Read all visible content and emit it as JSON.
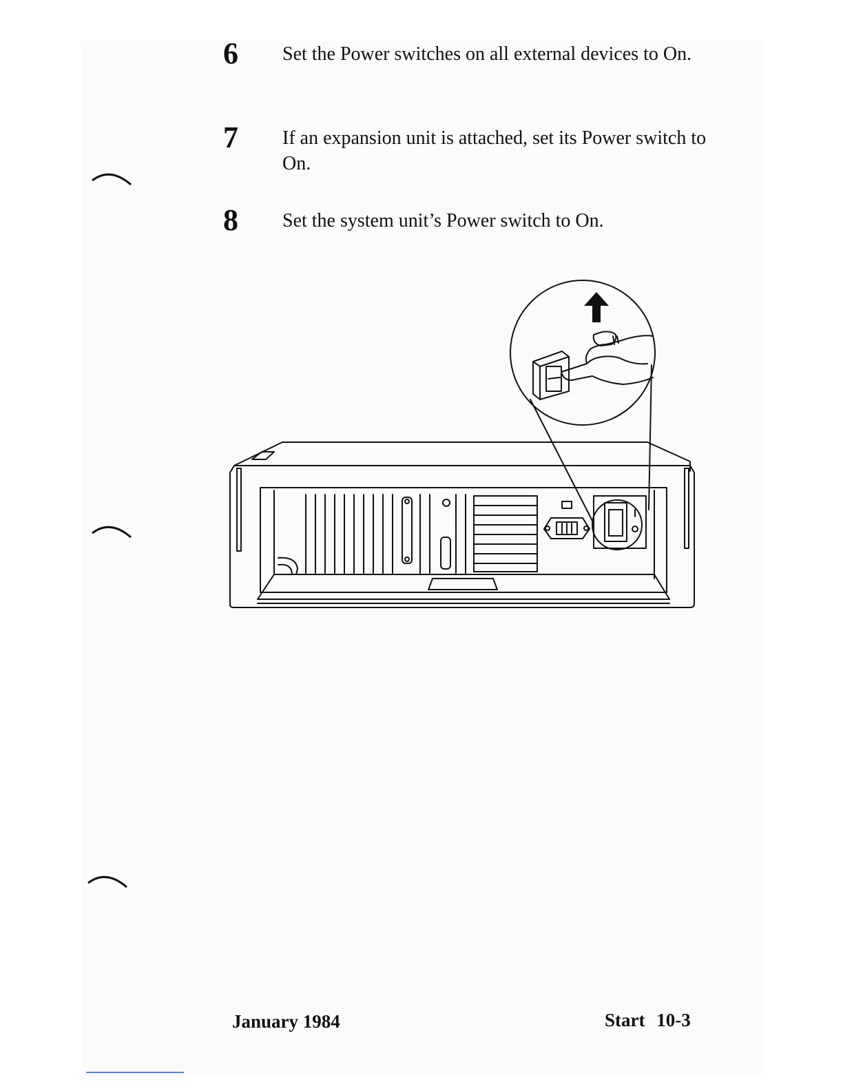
{
  "steps": [
    {
      "number": "6",
      "text": "Set the Power switches on all external devices to On."
    },
    {
      "number": "7",
      "text": "If an expansion unit is attached, set its Power switch to On."
    },
    {
      "number": "8",
      "text": "Set the system unit’s Power switch to On."
    }
  ],
  "footer": {
    "date": "January 1984",
    "section_page": "Start 10-3"
  }
}
